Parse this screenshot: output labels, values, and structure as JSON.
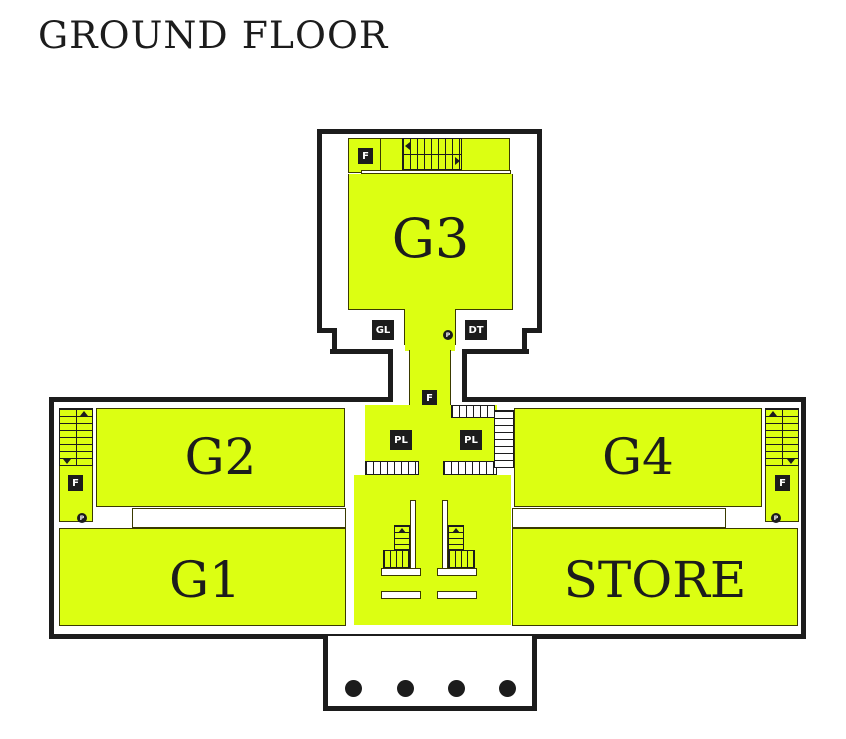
{
  "header": {
    "title": "GROUND FLOOR"
  },
  "rooms": {
    "g1": "G1",
    "g2": "G2",
    "g3": "G3",
    "g4": "G4",
    "store": "STORE"
  },
  "badges": {
    "f_top": "F",
    "f_corridor": "F",
    "f_left": "F",
    "f_right": "F",
    "gl": "GL",
    "dt": "DT",
    "pl_left": "PL",
    "pl_right": "PL"
  },
  "markers": {
    "p": "P"
  },
  "colors": {
    "gallery_fill": "#dcff12",
    "wall": "#1c1c1c",
    "background": "#ffffff"
  },
  "entrance": {
    "column_count": 4
  }
}
